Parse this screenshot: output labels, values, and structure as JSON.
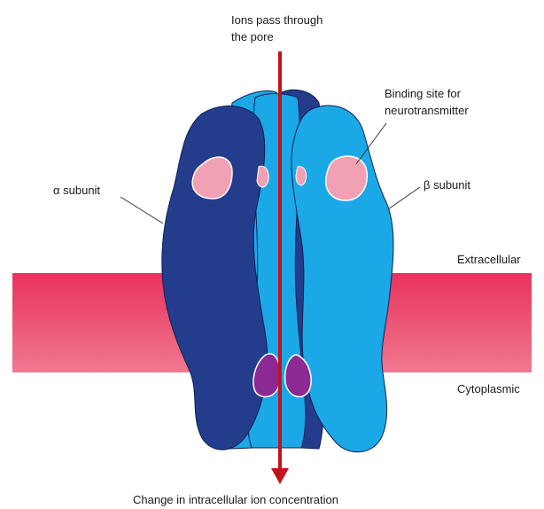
{
  "labels": {
    "pore_line1": "Ions pass through",
    "pore_line2": "the pore",
    "binding_line1": "Binding site for",
    "binding_line2": "neurotransmitter",
    "alpha": "α subunit",
    "beta": "β subunit",
    "extracellular": "Extracellular",
    "cytoplasmic": "Cytoplasmic",
    "bottom": "Change in intracellular ion concentration"
  },
  "colors": {
    "membrane_top": "#e8325c",
    "membrane_bottom": "#f07890",
    "dark_blue": "#233c8c",
    "light_blue": "#1ba8e6",
    "outline": "#0f1f55",
    "binding_site": "#f2a0b4",
    "gate": "#8b2a92",
    "arrow": "#c1121f"
  },
  "icons": {
    "arrow": "down-arrow-icon"
  }
}
